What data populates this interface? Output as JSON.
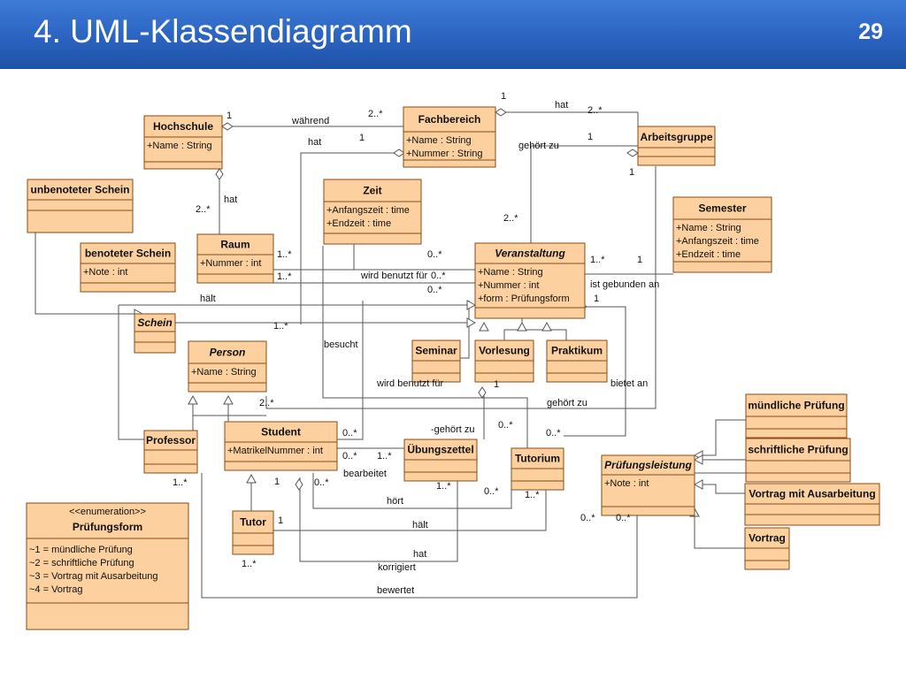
{
  "slide": {
    "title": "4. UML-Klassendiagramm",
    "page": "29"
  },
  "classes": [
    {
      "id": "hochschule",
      "name": "Hochschule",
      "attrs": [
        "+Name : String"
      ]
    },
    {
      "id": "fachbereich",
      "name": "Fachbereich",
      "attrs": [
        "+Name : String",
        "+Nummer : String"
      ]
    },
    {
      "id": "arbeitsgruppe",
      "name": "Arbeitsgruppe",
      "attrs": []
    },
    {
      "id": "unbenoteter-schein",
      "name": "unbenoteter Schein",
      "attrs": []
    },
    {
      "id": "zeit",
      "name": "Zeit",
      "attrs": [
        "+Anfangszeit : time",
        "+Endzeit : time"
      ]
    },
    {
      "id": "semester",
      "name": "Semester",
      "attrs": [
        "+Name : String",
        "+Anfangszeit : time",
        "+Endzeit : time"
      ]
    },
    {
      "id": "benoteter-schein",
      "name": "benoteter Schein",
      "attrs": [
        "+Note : int"
      ]
    },
    {
      "id": "raum",
      "name": "Raum",
      "attrs": [
        "+Nummer : int"
      ]
    },
    {
      "id": "veranstaltung",
      "name": "Veranstaltung",
      "italic": true,
      "attrs": [
        "+Name : String",
        "+Nummer : int",
        "+form : Prüfungsform"
      ]
    },
    {
      "id": "schein",
      "name": "Schein",
      "italic": true,
      "attrs": []
    },
    {
      "id": "person",
      "name": "Person",
      "italic": true,
      "attrs": [
        "+Name : String"
      ]
    },
    {
      "id": "seminar",
      "name": "Seminar",
      "attrs": []
    },
    {
      "id": "vorlesung",
      "name": "Vorlesung",
      "attrs": []
    },
    {
      "id": "praktikum",
      "name": "Praktikum",
      "attrs": []
    },
    {
      "id": "muendliche-pruefung",
      "name": "mündliche Prüfung",
      "attrs": []
    },
    {
      "id": "professor",
      "name": "Professor",
      "attrs": []
    },
    {
      "id": "student",
      "name": "Student",
      "attrs": [
        "+MatrikelNummer : int"
      ]
    },
    {
      "id": "uebungszettel",
      "name": "Übungszettel",
      "attrs": []
    },
    {
      "id": "tutorium",
      "name": "Tutorium",
      "attrs": []
    },
    {
      "id": "pruefungsleistung",
      "name": "Prüfungsleistung",
      "italic": true,
      "attrs": [
        "+Note : int"
      ]
    },
    {
      "id": "schriftliche-pruefung",
      "name": "schriftliche Prüfung",
      "attrs": []
    },
    {
      "id": "vortrag-mit-ausarbeitung",
      "name": "Vortrag mit Ausarbeitung",
      "attrs": []
    },
    {
      "id": "tutor",
      "name": "Tutor",
      "attrs": []
    },
    {
      "id": "vortrag",
      "name": "Vortrag",
      "attrs": []
    }
  ],
  "enumeration": {
    "stereotype": "<<enumeration>>",
    "name": "Prüfungsform",
    "literals": [
      "~1 = mündliche Prüfung",
      "~2 = schriftliche Prüfung",
      "~3 = Vortrag mit Ausarbeitung",
      "~4 = Vortrag"
    ]
  },
  "labels": [
    "1",
    "während",
    "2..*",
    "1",
    "hat",
    "2..*",
    "hat",
    "1",
    "gehört zu",
    "1",
    "1",
    "hat",
    "2..*",
    "2..*",
    "1..*",
    "1..*",
    "0..*",
    "wird benutzt für",
    "0..*",
    "0..*",
    "1..*",
    "1",
    "ist gebunden an",
    "1",
    "hält",
    "1..*",
    "besucht",
    "wird benutzt für",
    "1",
    "bietet an",
    "2..*",
    "gehört zu",
    "-gehört zu",
    "0..*",
    "0..*",
    "0..*",
    "0..*",
    "1..*",
    "bearbeitet",
    "0..*",
    "1..*",
    "1",
    "0..*",
    "hört",
    "1..*",
    "1..*",
    "1",
    "hält",
    "0..*",
    "0..*",
    "1..*",
    "hat",
    "korrigiert",
    "bewertet"
  ]
}
